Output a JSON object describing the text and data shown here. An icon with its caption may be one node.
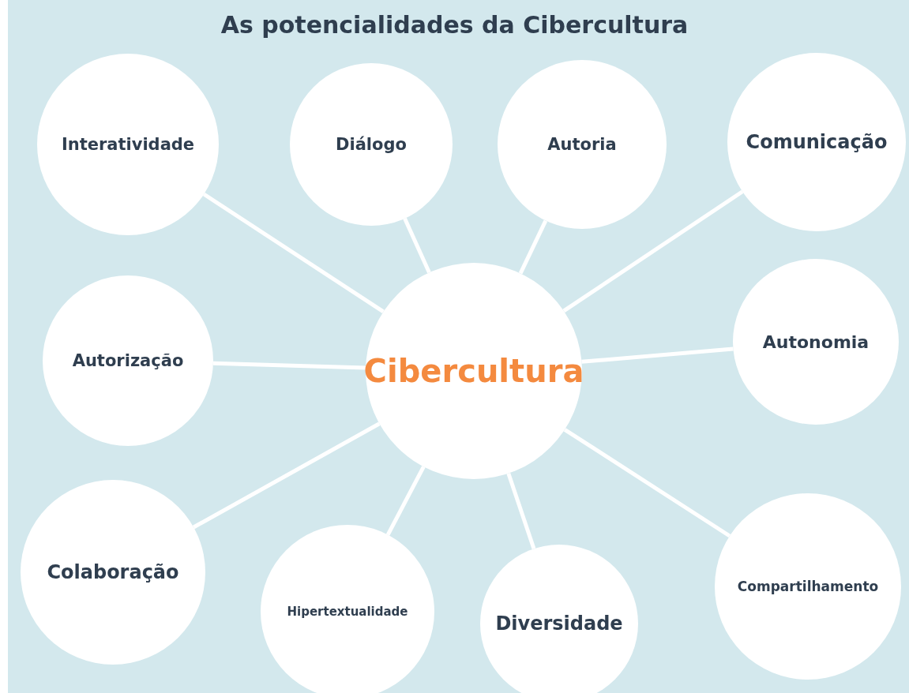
{
  "diagram": {
    "title": "As potencialidades da Cibercultura",
    "nodes": [
      {
        "text": [
          "Interatividade"
        ]
      },
      {
        "text": [
          "Diálogo"
        ]
      },
      {
        "text": [
          "Autoria"
        ]
      },
      {
        "text": [
          "Comunicação"
        ]
      },
      {
        "text": [
          "Autorização"
        ]
      },
      {
        "text": [
          "Cibercultura"
        ]
      },
      {
        "text": [
          "Autonomia"
        ]
      },
      {
        "text": [
          "Colaboração"
        ]
      },
      {
        "text": [
          "Hipertextualidade"
        ]
      },
      {
        "text": [
          "Diversidade"
        ]
      },
      {
        "text": [
          "Compartilhamento"
        ]
      }
    ],
    "edges": [
      {
        "from": 5,
        "to": 0,
        "arrow": "none"
      },
      {
        "from": 5,
        "to": 1,
        "arrow": "none"
      },
      {
        "from": 5,
        "to": 2,
        "arrow": "none"
      },
      {
        "from": 5,
        "to": 3,
        "arrow": "none"
      },
      {
        "from": 5,
        "to": 4,
        "arrow": "none"
      },
      {
        "from": 5,
        "to": 6,
        "arrow": "none"
      },
      {
        "from": 5,
        "to": 7,
        "arrow": "none"
      },
      {
        "from": 5,
        "to": 8,
        "arrow": "none"
      },
      {
        "from": 5,
        "to": 9,
        "arrow": "none"
      },
      {
        "from": 5,
        "to": 10,
        "arrow": "none"
      }
    ]
  }
}
